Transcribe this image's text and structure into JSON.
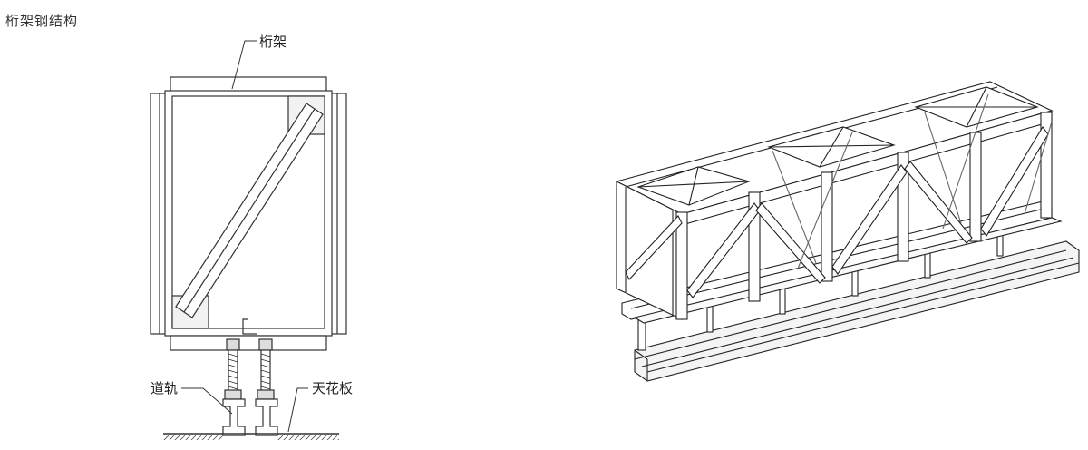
{
  "title": "桁架钢结构",
  "labels": {
    "truss": "桁架",
    "rail": "道轨",
    "ceiling": "天花板"
  }
}
